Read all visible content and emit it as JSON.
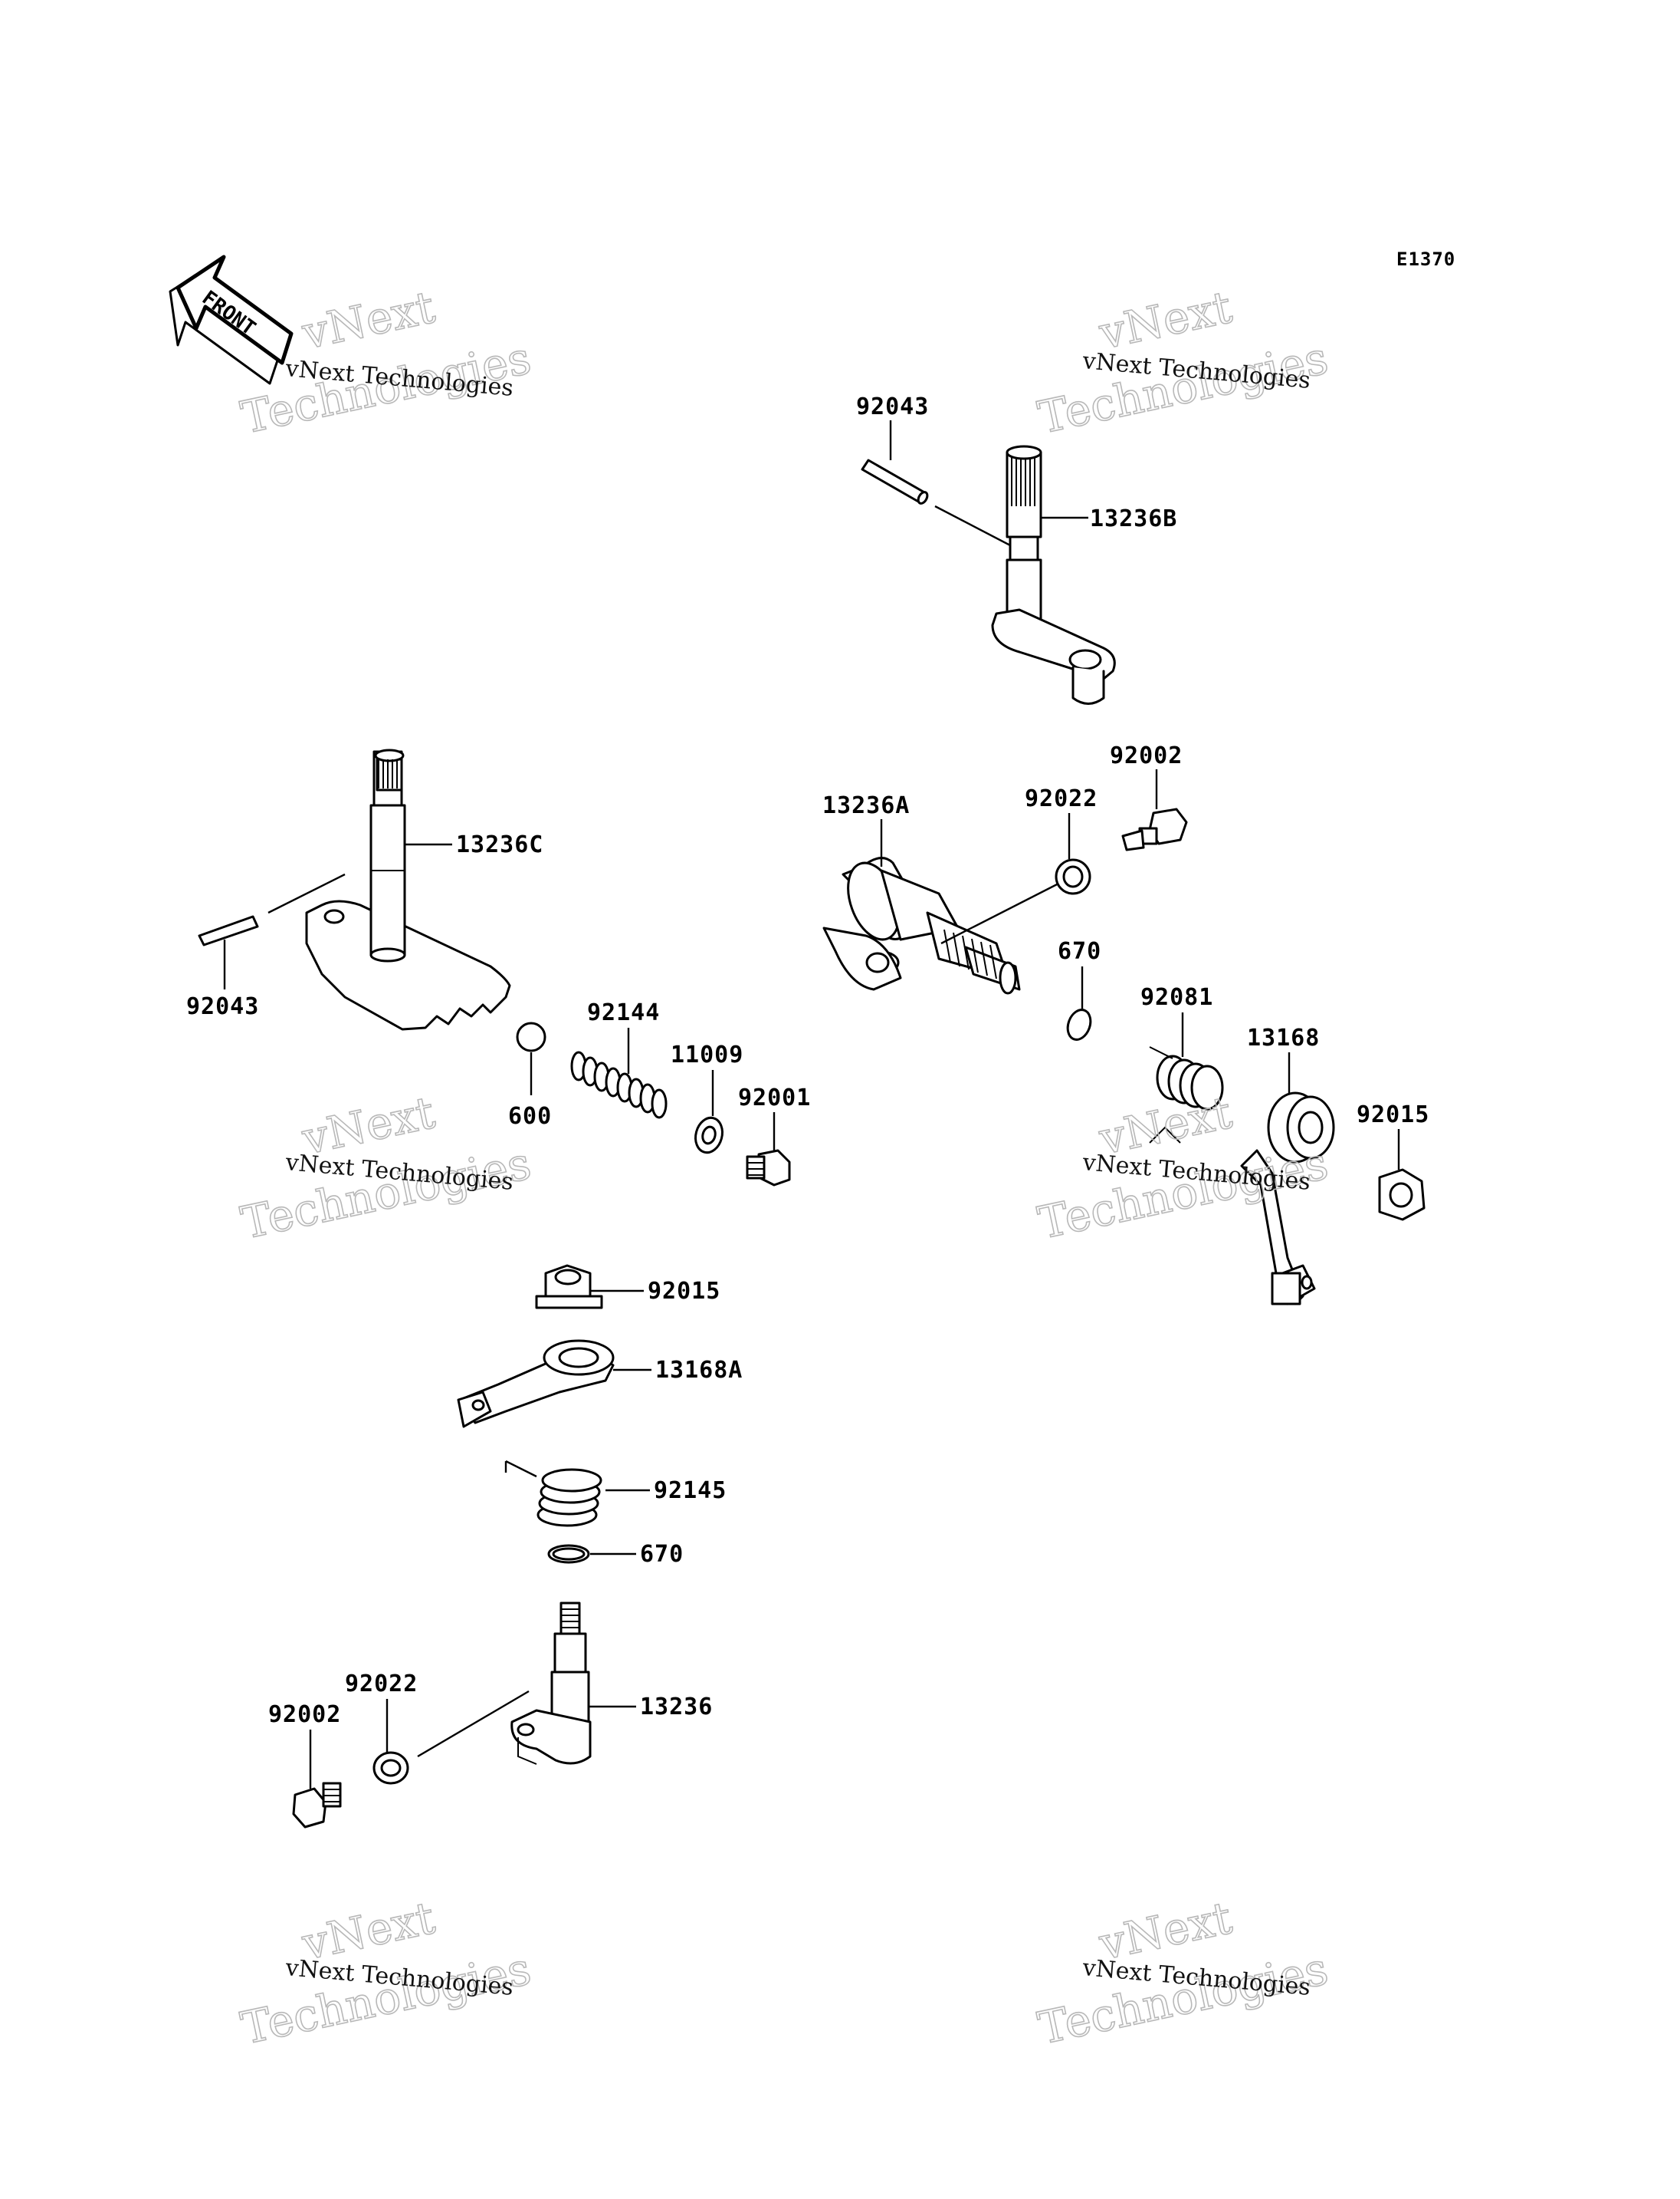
{
  "diagram_code": "E1370",
  "front_label": "FRONT",
  "watermark": {
    "small": "vNext Technologies",
    "big_line1": "vNext",
    "big_line2": "Technologies"
  },
  "callouts": {
    "c92043_top": "92043",
    "c13236B": "13236B",
    "c92002_top": "92002",
    "c92022_top": "92022",
    "c13236A": "13236A",
    "c670_top": "670",
    "c92081": "92081",
    "c13168": "13168",
    "c92015_right": "92015",
    "c13236C": "13236C",
    "c92043_left": "92043",
    "c92144": "92144",
    "c11009": "11009",
    "c92001": "92001",
    "c600": "600",
    "c92015_mid": "92015",
    "c13168A": "13168A",
    "c92145": "92145",
    "c670_mid": "670",
    "c13236": "13236",
    "c92022_bottom": "92022",
    "c92002_bottom": "92002"
  }
}
